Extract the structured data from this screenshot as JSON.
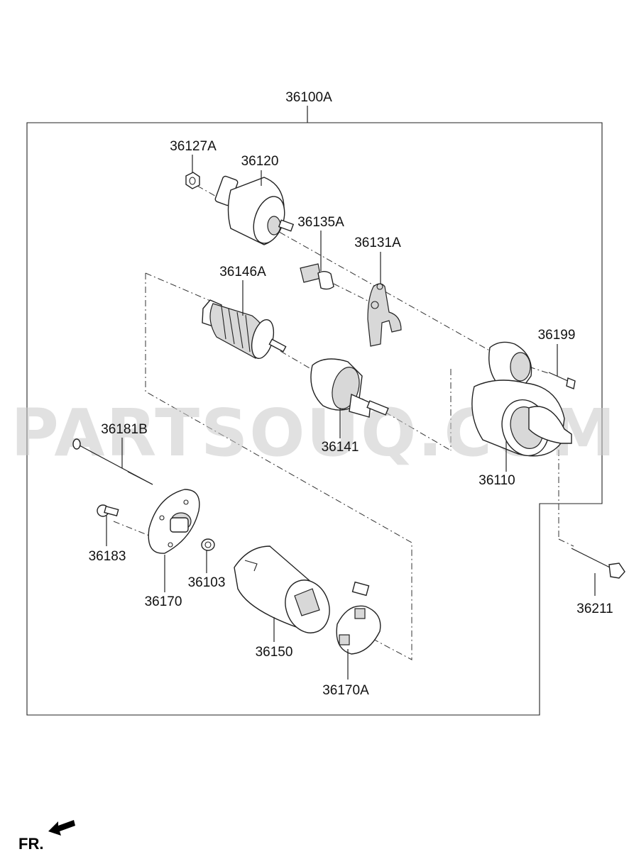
{
  "watermark": "PARTSOUQ.COM",
  "assembly_label": "36100A",
  "parts": {
    "p36127A": "36127A",
    "p36120": "36120",
    "p36135A": "36135A",
    "p36131A": "36131A",
    "p36146A": "36146A",
    "p36199": "36199",
    "p36181B": "36181B",
    "p36141": "36141",
    "p36110": "36110",
    "p36183": "36183",
    "p36103": "36103",
    "p36170": "36170",
    "p36211": "36211",
    "p36150": "36150",
    "p36170A": "36170A"
  },
  "direction": {
    "label": "FR."
  }
}
